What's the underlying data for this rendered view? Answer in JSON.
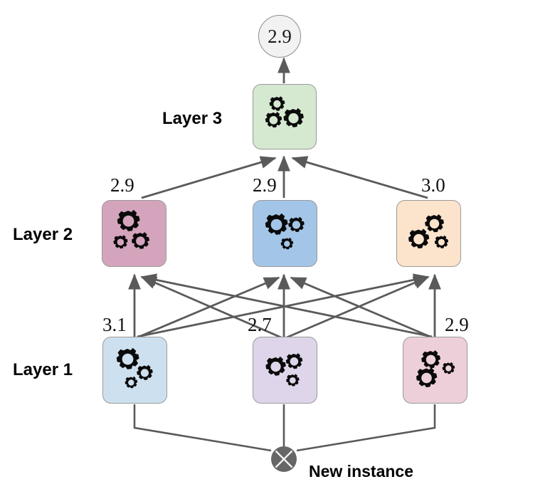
{
  "diagram": {
    "title_present": false,
    "edge_color": "#5a5a5a",
    "output": {
      "value": "2.9",
      "icon": "circle-node"
    },
    "instance": {
      "label": "New instance",
      "icon": "crossed-circle-icon"
    },
    "layers": [
      {
        "name": "Layer 1",
        "nodes": [
          {
            "score": "3.1",
            "color": "#cde0ef",
            "icon": "gears-icon"
          },
          {
            "score": "2.7",
            "color": "#ded5ea",
            "icon": "gears-icon"
          },
          {
            "score": "2.9",
            "color": "#eccfd9",
            "icon": "gears-icon"
          }
        ]
      },
      {
        "name": "Layer 2",
        "nodes": [
          {
            "score": "2.9",
            "color": "#d4a4bd",
            "icon": "gears-icon"
          },
          {
            "score": "2.9",
            "color": "#a3c6e8",
            "icon": "gears-icon"
          },
          {
            "score": "3.0",
            "color": "#fce3cc",
            "icon": "gears-icon"
          }
        ]
      },
      {
        "name": "Layer 3",
        "nodes": [
          {
            "score": "",
            "color": "#d5e8d0",
            "icon": "gears-icon"
          }
        ]
      }
    ]
  }
}
